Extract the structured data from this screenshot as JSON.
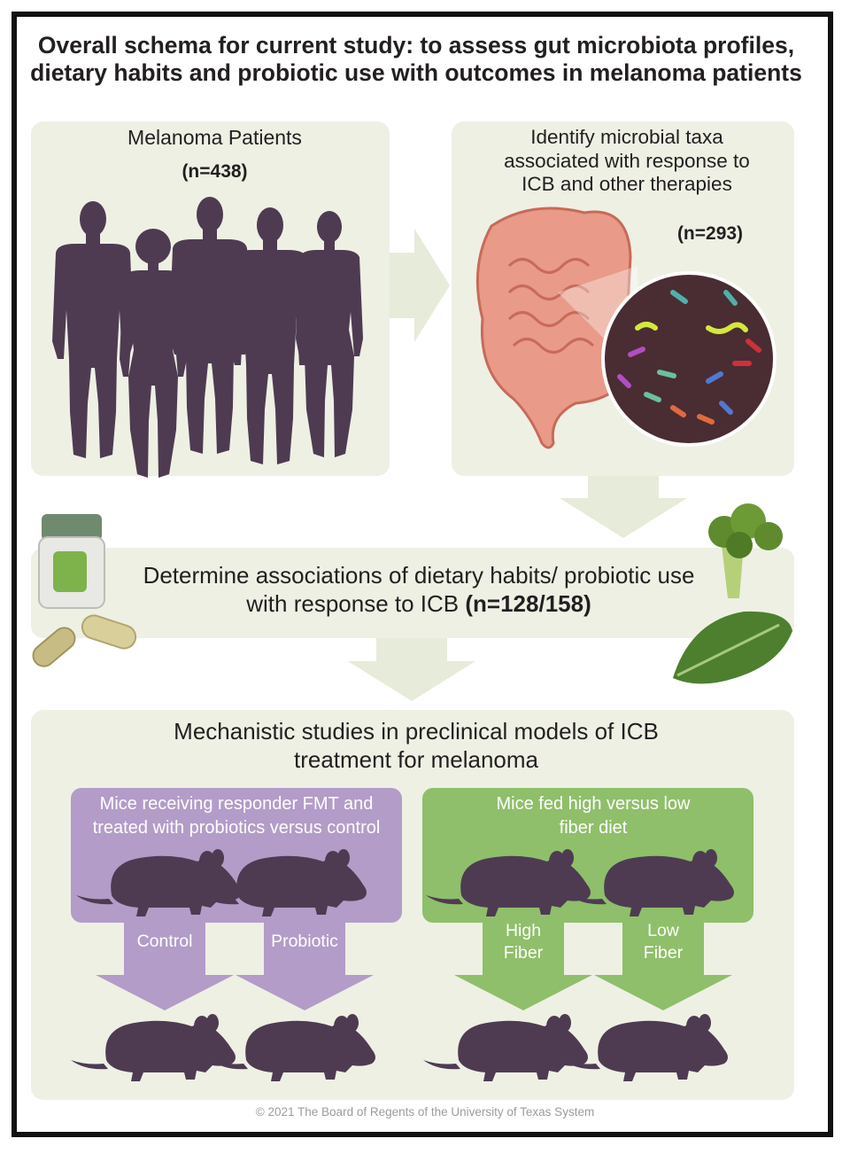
{
  "title": "Overall schema for current study: to assess gut microbiota profiles, dietary habits and probiotic use with outcomes in melanoma patients",
  "patients_panel": {
    "heading": "Melanoma Patients",
    "count": "(n=438)"
  },
  "taxa_panel": {
    "heading": "Identify microbial taxa associated with response to ICB and other therapies",
    "count": "(n=293)"
  },
  "diet_panel": {
    "text": "Determine associations of dietary habits/ probiotic use with response to ICB",
    "count": "(n=128/158)"
  },
  "mechanistic_panel": {
    "heading": "Mechanistic studies in preclinical models of ICB treatment for melanoma",
    "probiotic_box": {
      "label": "Mice receiving responder FMT and treated with probiotics versus control",
      "arrow_left": "Control",
      "arrow_right": "Probiotic"
    },
    "fiber_box": {
      "label": "Mice fed high versus low fiber diet",
      "arrow_left": "High Fiber",
      "arrow_right": "Low Fiber"
    }
  },
  "copyright": "© 2021 The Board of Regents of the University of Texas System",
  "icons": [
    "human-silhouette-icon",
    "intestine-icon",
    "microbe-icon",
    "supplement-bottle-icon",
    "capsule-icon",
    "broccoli-icon",
    "kale-leaf-icon",
    "mouse-icon"
  ],
  "colors": {
    "panel_bg": "#eef0e4",
    "arrow_bg": "#e7ebd9",
    "silhouette": "#4e3b52",
    "probiotic_purple": "#b39cc8",
    "fiber_green": "#8fbf6a",
    "intestine": "#e99a88"
  }
}
